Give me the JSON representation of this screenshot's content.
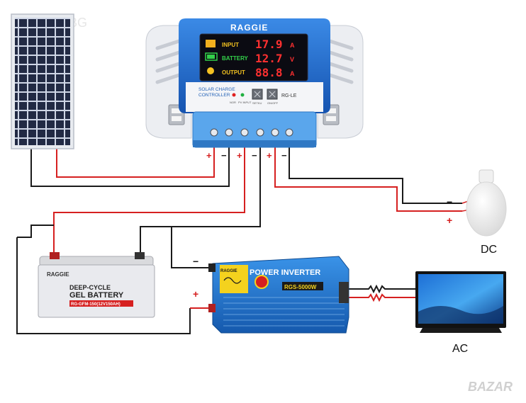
{
  "watermark_top": "Bestway BG",
  "watermark_bottom": "BAZAR",
  "controller": {
    "brand": "RAGGIE",
    "display": {
      "input_label": "INPUT",
      "input_value": "17.9",
      "input_unit": "A",
      "battery_label": "BATTERY",
      "battery_value": "12.7",
      "battery_unit": "V",
      "output_label": "OUTPUT",
      "output_value": "88.8",
      "output_unit": "A"
    },
    "caption_line1": "SOLAR CHARGE",
    "caption_line2": "CONTROLLER",
    "indicator_1": "NOR",
    "indicator_2": "PV INPUT",
    "button_1": "SETKU",
    "button_2": "ON/OFF",
    "model": "RG-LE"
  },
  "battery": {
    "brand": "RAGGIE",
    "line1": "DEEP-CYCLE",
    "line2": "GEL BATTERY",
    "model": "RG-GFM-150(12V150AH)"
  },
  "inverter": {
    "brand": "RAGGIE",
    "title": "POWER INVERTER",
    "model": "RGS-5000W"
  },
  "polarity": {
    "plus": "+",
    "minus": "−"
  },
  "labels": {
    "dc": "DC",
    "ac": "AC"
  },
  "colors": {
    "wire_positive": "#d62020",
    "wire_negative": "#1a1a1a",
    "controller_blue": "#1f6fd0",
    "inverter_blue": "#1e74cc"
  }
}
